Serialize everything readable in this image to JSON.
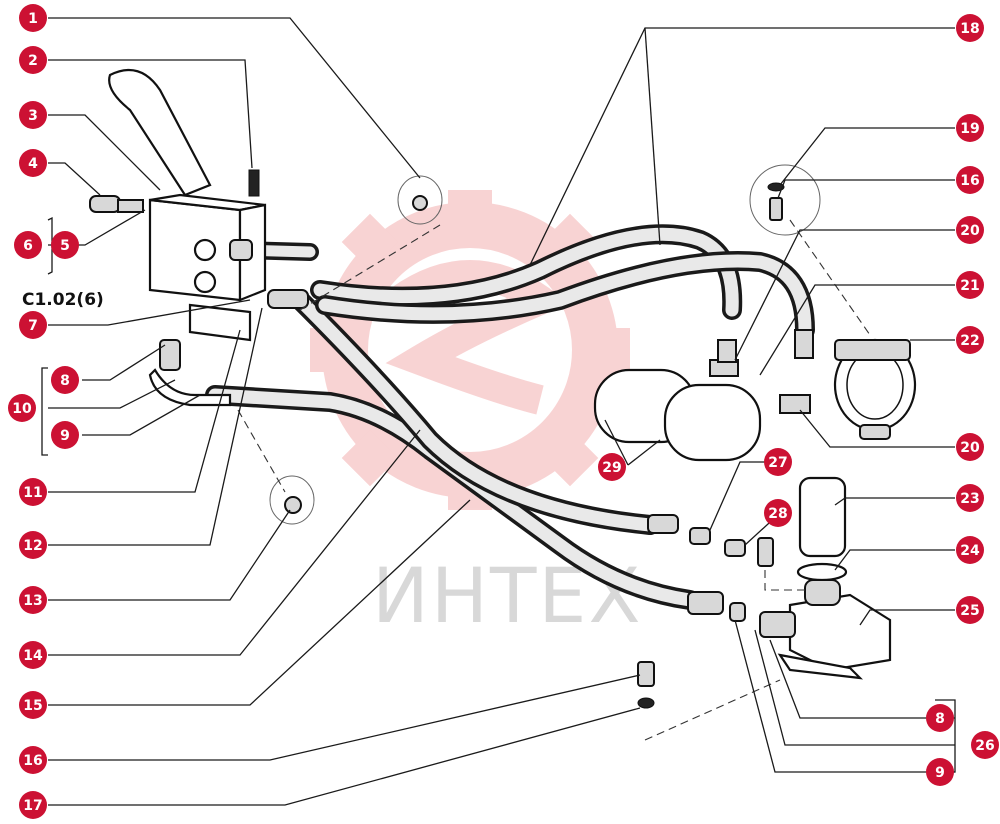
{
  "reference_code": "C1.02(6)",
  "watermark": "ИНТЕХ",
  "colors": {
    "callout": "#cc1133",
    "callout_text": "#ffffff",
    "line": "#1a1a1a",
    "watermark": "#e23a3a"
  },
  "callouts": [
    {
      "id": "c1",
      "label": "1"
    },
    {
      "id": "c2",
      "label": "2"
    },
    {
      "id": "c3",
      "label": "3"
    },
    {
      "id": "c4",
      "label": "4"
    },
    {
      "id": "c5",
      "label": "5"
    },
    {
      "id": "c6",
      "label": "6"
    },
    {
      "id": "c7",
      "label": "7"
    },
    {
      "id": "c8a",
      "label": "8"
    },
    {
      "id": "c9a",
      "label": "9"
    },
    {
      "id": "c10",
      "label": "10"
    },
    {
      "id": "c11",
      "label": "11"
    },
    {
      "id": "c12",
      "label": "12"
    },
    {
      "id": "c13",
      "label": "13"
    },
    {
      "id": "c14",
      "label": "14"
    },
    {
      "id": "c15",
      "label": "15"
    },
    {
      "id": "c16a",
      "label": "16"
    },
    {
      "id": "c17",
      "label": "17"
    },
    {
      "id": "c18",
      "label": "18"
    },
    {
      "id": "c19",
      "label": "19"
    },
    {
      "id": "c16b",
      "label": "16"
    },
    {
      "id": "c20a",
      "label": "20"
    },
    {
      "id": "c21",
      "label": "21"
    },
    {
      "id": "c22",
      "label": "22"
    },
    {
      "id": "c20b",
      "label": "20"
    },
    {
      "id": "c27",
      "label": "27"
    },
    {
      "id": "c29",
      "label": "29"
    },
    {
      "id": "c23",
      "label": "23"
    },
    {
      "id": "c28",
      "label": "28"
    },
    {
      "id": "c24",
      "label": "24"
    },
    {
      "id": "c25",
      "label": "25"
    },
    {
      "id": "c8b",
      "label": "8"
    },
    {
      "id": "c26",
      "label": "26"
    },
    {
      "id": "c9b",
      "label": "9"
    }
  ]
}
